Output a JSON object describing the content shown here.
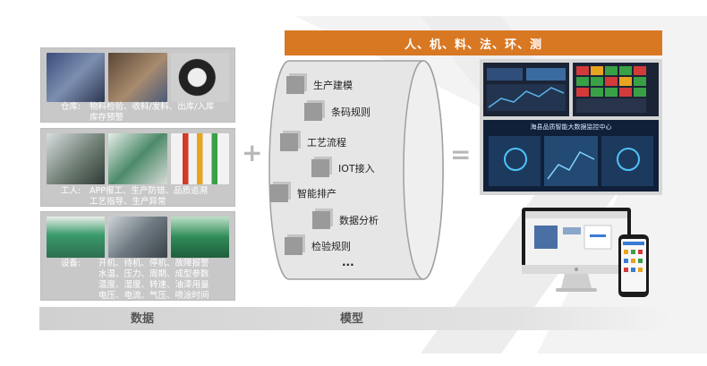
{
  "warehouse": {
    "label": "仓库:",
    "text": "物料检验、收料/发料、出库/入库\n库存预警"
  },
  "worker": {
    "label": "工人:",
    "text": "APP报工、生产防错、品质追溯\n工艺指导、生产异常"
  },
  "equipment": {
    "label": "设备:",
    "text": "开机、待机、停机、故障报警\n水温、压力、周期、成型参数\n温度、湿度、转速、油漆用量\n电压、电流、气压、喷涂时间"
  },
  "plus_sign": "+",
  "equals_sign": "=",
  "cylinder": {
    "items": [
      "生产建模",
      "条码规则",
      "工艺流程",
      "IOT接入",
      "智能排产",
      "数据分析",
      "检验规则"
    ],
    "ellipsis": "..."
  },
  "banner": "人、机、料、法、环、测",
  "dashboard": {
    "screen_title": "海县品质智能大数据监控中心"
  },
  "bottom": {
    "label_left": "数据",
    "label_right": "模型"
  },
  "colors": {
    "accent": "#d97822",
    "panel": "#c8c8c8",
    "cube": "#9a9a9a"
  }
}
